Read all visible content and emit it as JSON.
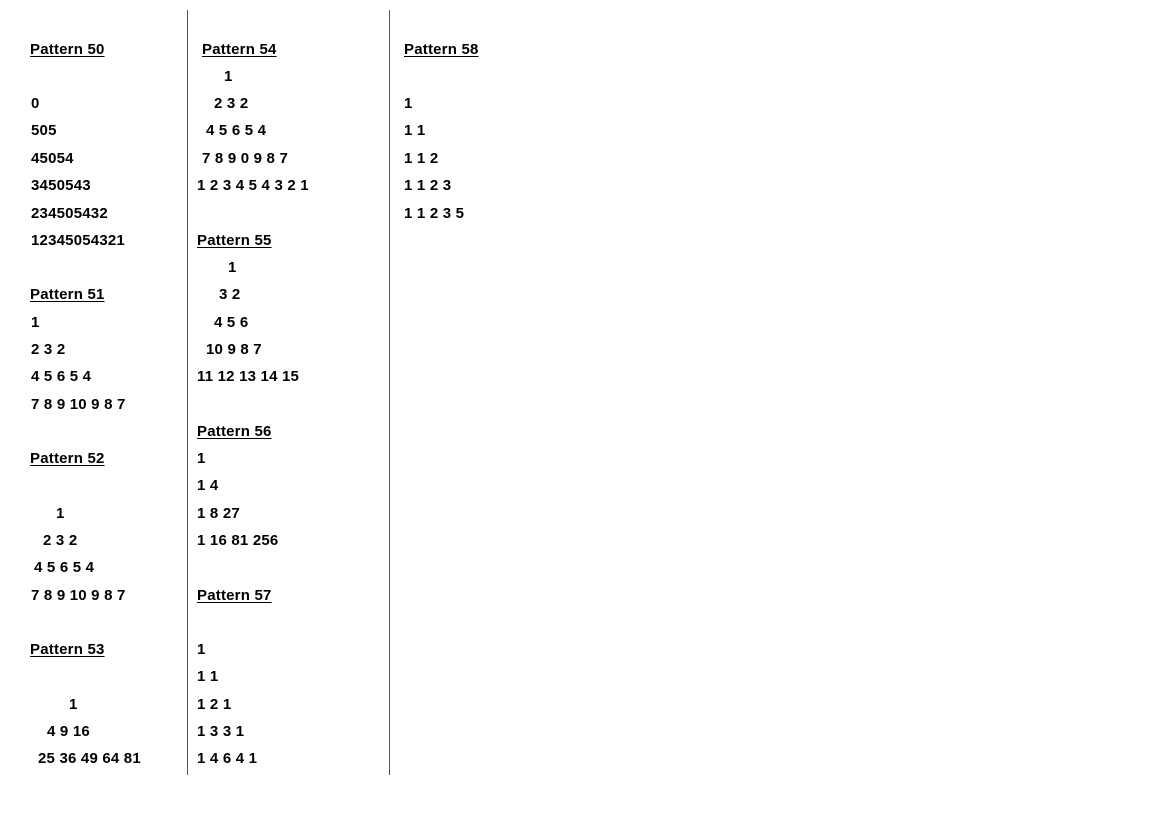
{
  "columns": [
    {
      "patterns": [
        {
          "title": "Pattern 50",
          "rows": [
            "0",
            "505",
            "45054",
            "3450543",
            "234505432",
            "12345054321"
          ]
        },
        {
          "title": "Pattern 51",
          "rows": [
            "1",
            "2 3 2",
            "4 5 6 5 4",
            "7 8 9 10 9 8 7"
          ]
        },
        {
          "title": "Pattern 52",
          "rows": [
            "1",
            "2 3 2",
            "4 5 6 5 4",
            "7 8 9 10 9 8 7"
          ]
        },
        {
          "title": "Pattern 53",
          "rows": [
            "1",
            "4 9 16",
            "25 36 49 64 81"
          ]
        }
      ]
    },
    {
      "patterns": [
        {
          "title": "Pattern 54",
          "rows": [
            "1",
            "2 3 2",
            "4 5 6 5 4",
            "7 8 9 0 9 8 7",
            "1 2 3 4 5 4 3 2 1"
          ]
        },
        {
          "title": "Pattern 55",
          "rows": [
            "1",
            "3 2",
            "4 5 6",
            "10 9 8 7",
            "11 12 13 14 15"
          ]
        },
        {
          "title": "Pattern 56",
          "rows": [
            "1",
            "1 4",
            "1 8 27",
            "1 16 81 256"
          ]
        },
        {
          "title": "Pattern 57",
          "rows": [
            "1",
            "1 1",
            "1 2 1",
            "1 3 3 1",
            "1 4 6 4 1"
          ]
        }
      ]
    },
    {
      "patterns": [
        {
          "title": "Pattern 58",
          "rows": [
            "1",
            "1 1",
            "1 1 2",
            "1 1 2 3",
            "1 1 2 3 5"
          ]
        }
      ]
    }
  ]
}
